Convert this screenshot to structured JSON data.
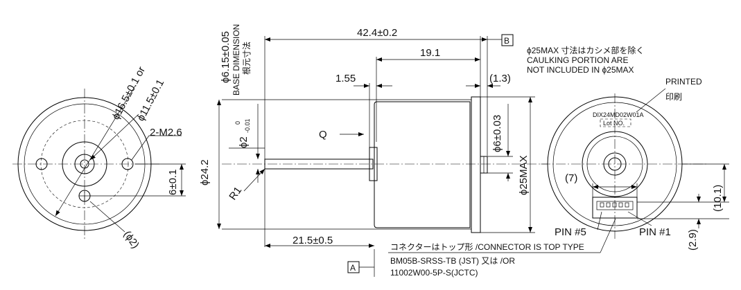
{
  "front_view": {
    "outer_dia_label": "ϕ16.5±0.1 or",
    "inner_dia_label": "ϕ11.5±0.1",
    "thread_label": "2-M2.6",
    "offset_label": "6±0.1",
    "hole_label": "(ϕ2)"
  },
  "side_view": {
    "base_dim_value": "ϕ6.15±0.05",
    "base_dim_en": "BASE DIMENSION",
    "base_dim_jp": "根元寸法",
    "shaft_dia": "ϕ2",
    "shaft_tol_upper": "0",
    "shaft_tol_lower": "-0.01",
    "overall_length": "42.4±0.2",
    "body_length": "19.1",
    "flange_thickness": "1.55",
    "rear_thickness": "(1.3)",
    "q_label": "Q",
    "flange_dia": "ϕ24.2",
    "radius": "R1",
    "shaft_length": "21.5±0.5",
    "boss_dia": "ϕ6±0.03",
    "body_dia": "ϕ25MAX",
    "datum_a": "A",
    "datum_b": "B"
  },
  "rear_view": {
    "note_line1": "ϕ25MAX 寸法はカシメ部を除く",
    "note_line2": "CAULKING PORTION ARE",
    "note_line3": "NOT INCLUDED IN ϕ25MAX",
    "printed_en": "PRINTED",
    "printed_jp": "印刷",
    "model_code": "DIX24MD02W01A",
    "lot_label": "Lot NO.",
    "connector_width": "(7)",
    "height_101": "(10.1)",
    "height_29": "(2.9)",
    "pin5": "PIN #5",
    "pin1": "PIN #1"
  },
  "connector_note": {
    "line1": "コネクターはトップ形 /CONNECTOR IS TOP TYPE",
    "line2": "BM05B-SRSS-TB (JST) 又は /OR",
    "line3": "11002W00-5P-S(JCTC)"
  }
}
